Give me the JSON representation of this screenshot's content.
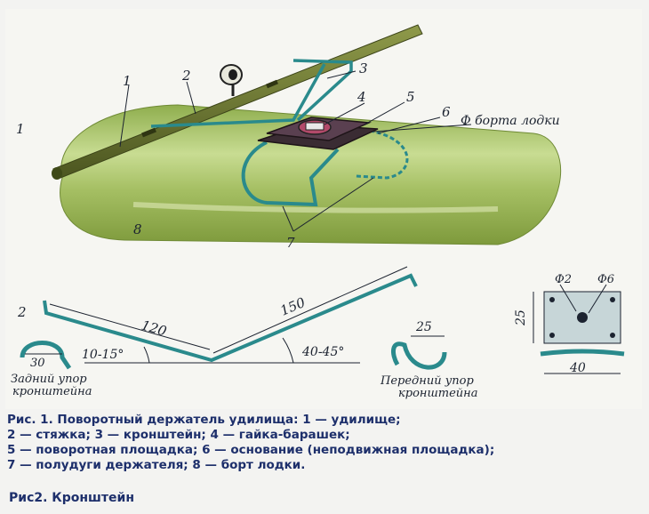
{
  "figure1": {
    "number": "1",
    "callouts": [
      "1",
      "2",
      "3",
      "4",
      "5",
      "6",
      "7",
      "8"
    ],
    "board_label": "Ф борта лодки"
  },
  "figure2": {
    "number": "2",
    "dim_120": "120",
    "dim_150": "150",
    "angle_left": "10-15°",
    "angle_right": "40-45°",
    "rear_dim": "30",
    "rear_caption_1": "Задний упор",
    "rear_caption_2": "кронштейна",
    "front_dim": "25",
    "front_caption_1": "Передний упор",
    "front_caption_2": "кронштейна",
    "plate_hole_1": "Ф2",
    "plate_hole_2": "Ф6",
    "plate_height": "25",
    "plate_width": "40"
  },
  "caption": {
    "line1": "Рис. 1. Поворотный держатель удилища: 1 — удилище;",
    "line2": "2 — стяжка; 3 — кронштейн; 4 — гайка-барашек;",
    "line3": "5 — поворотная площадка; 6 — основание (неподвижная площадка);",
    "line4": "7 — полудуги держателя; 8 — борт лодки.",
    "line5": "Рис2. Кронштейн"
  },
  "colors": {
    "rod": "#5f6e2a",
    "board": "#a9c06a",
    "wire": "#2a8a8c",
    "platform": "#4a3742",
    "caption": "#1d2f6b"
  }
}
